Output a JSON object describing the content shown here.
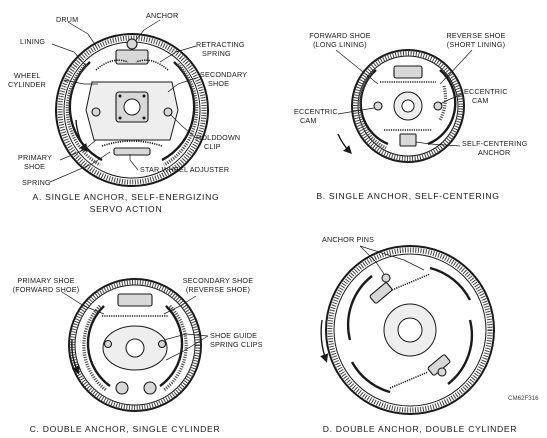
{
  "panels": {
    "a": {
      "labels": {
        "drum": "DRUM",
        "anchor": "ANCHOR",
        "lining": "LINING",
        "retracting_spring": [
          "RETRACTING",
          "SPRING"
        ],
        "wheel_cylinder": [
          "WHEEL",
          "CYLINDER"
        ],
        "secondary_shoe": [
          "SECONDARY",
          "SHOE"
        ],
        "holddown_clip": [
          "HOLDDOWN",
          "CLIP"
        ],
        "primary_shoe": [
          "PRIMARY",
          "SHOE"
        ],
        "spring": "SPRING",
        "star_wheel_adjuster": "STAR WHEEL ADJUSTER"
      },
      "caption": [
        "A. SINGLE ANCHOR, SELF-ENERGIZING",
        "SERVO ACTION"
      ]
    },
    "b": {
      "labels": {
        "forward_shoe": [
          "FORWARD SHOE",
          "(LONG LINING)"
        ],
        "reverse_shoe": [
          "REVERSE SHOE",
          "(SHORT LINING)"
        ],
        "eccentric_cam_right": [
          "ECCENTRIC",
          "CAM"
        ],
        "eccentric_cam_left": [
          "ECCENTRIC",
          "CAM"
        ],
        "self_centering_anchor": [
          "SELF-CENTERING",
          "ANCHOR"
        ]
      },
      "caption": [
        "B. SINGLE ANCHOR, SELF-CENTERING"
      ]
    },
    "c": {
      "labels": {
        "primary_shoe": [
          "PRIMARY SHOE",
          "(FORWARD SHOE)"
        ],
        "secondary_shoe": [
          "SECONDARY SHOE",
          "(REVERSE SHOE)"
        ],
        "shoe_guide_spring_clips": [
          "SHOE GUIDE",
          "SPRING CLIPS"
        ]
      },
      "caption": [
        "C. DOUBLE ANCHOR, SINGLE CYLINDER"
      ]
    },
    "d": {
      "labels": {
        "anchor_pins": "ANCHOR PINS"
      },
      "caption": [
        "D. DOUBLE ANCHOR, DOUBLE CYLINDER"
      ],
      "figure_code": "CM62F316"
    }
  }
}
